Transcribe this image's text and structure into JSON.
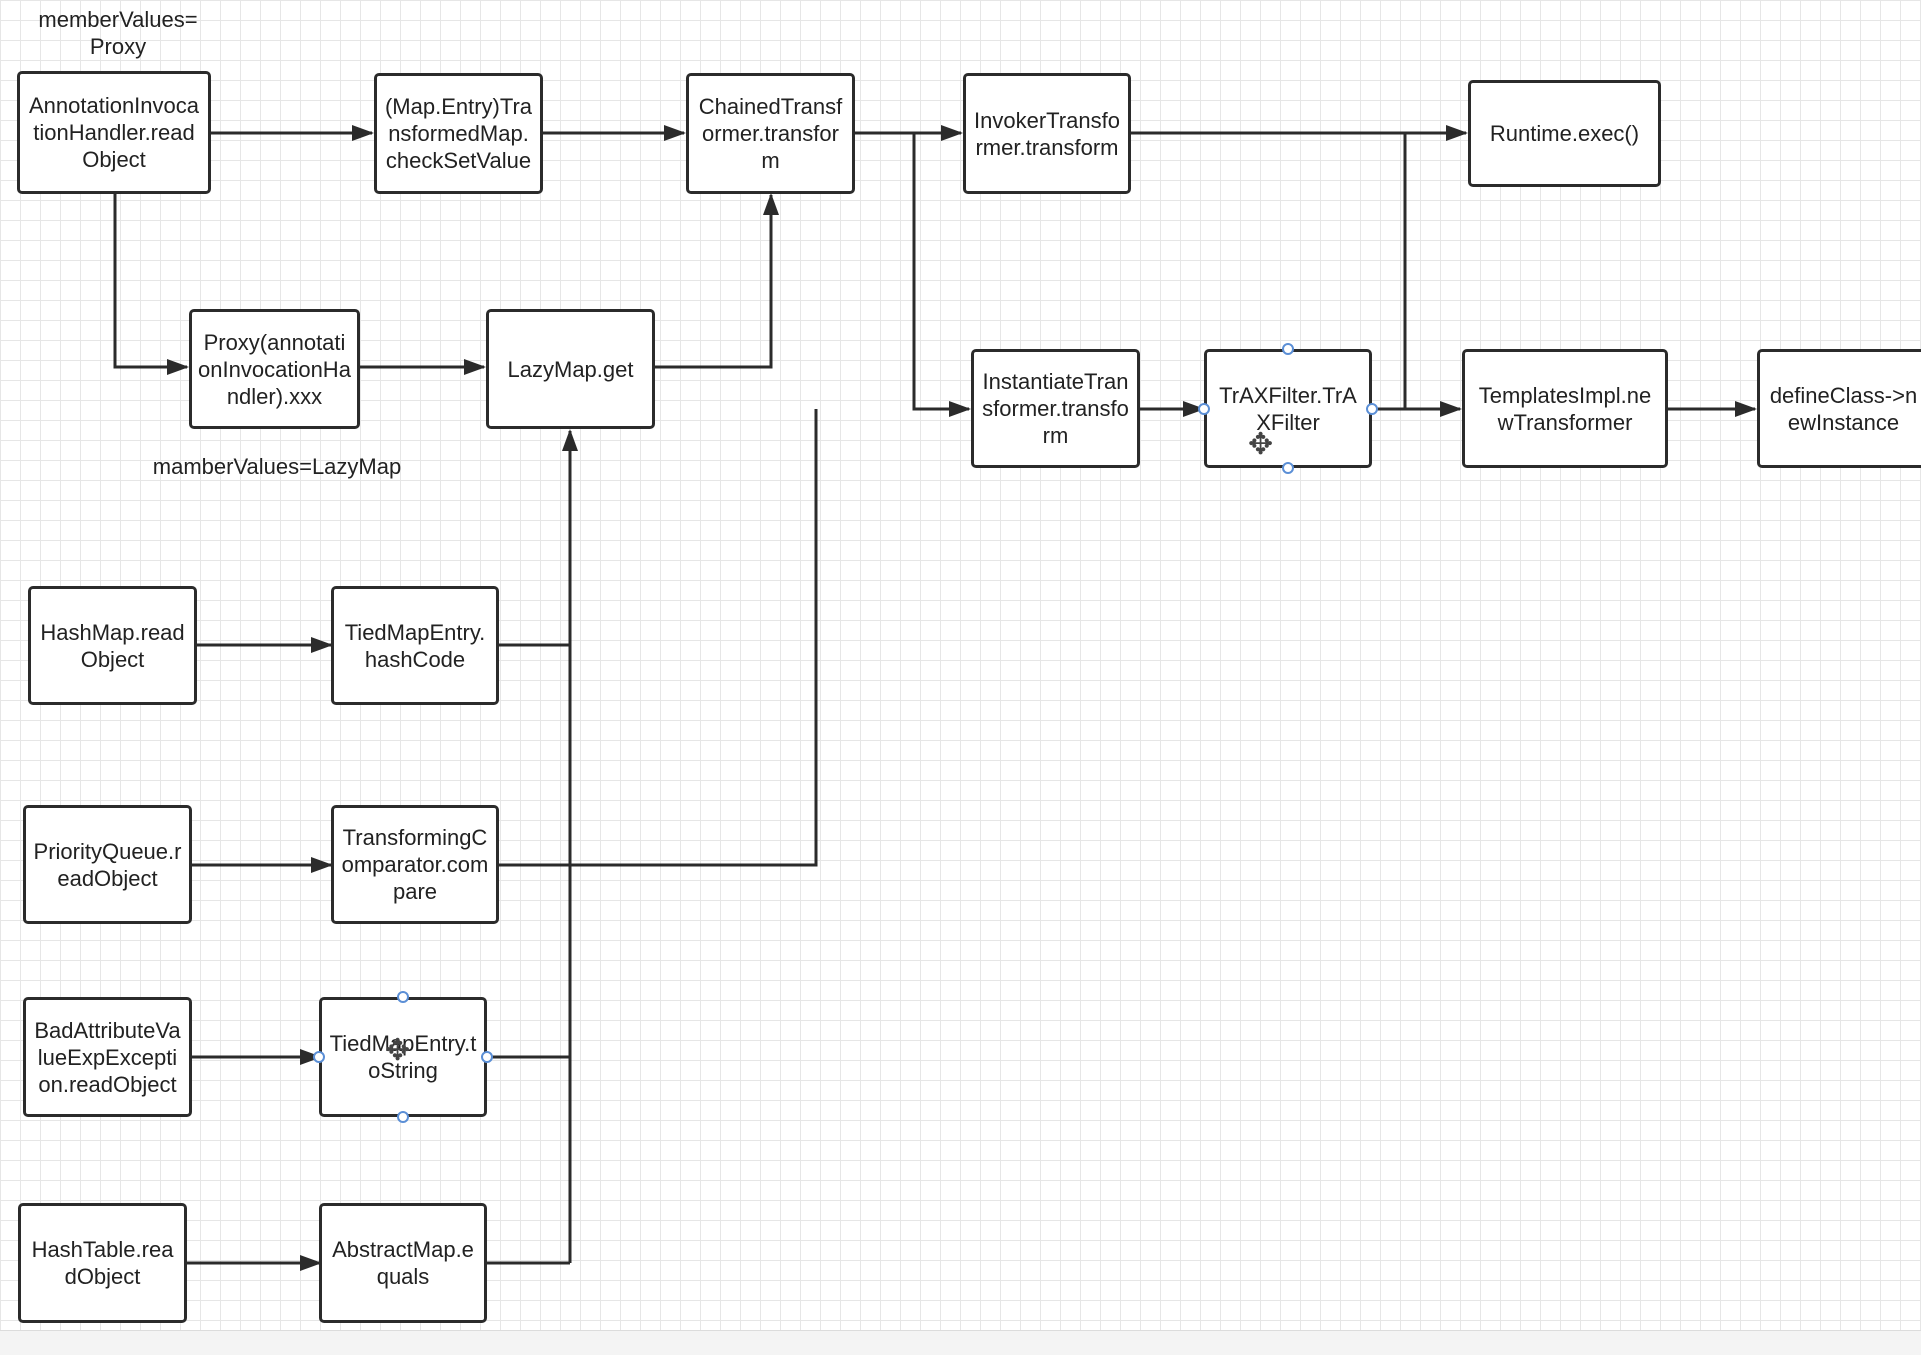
{
  "annotations": {
    "member_values_proxy": "memberValues=\nProxy",
    "member_values_lazymap": "mamberValues=LazyMap"
  },
  "nodes": {
    "annotation_invocation_handler": "AnnotationInvocationHandler.readObject",
    "transformed_map_check": "(Map.Entry)TransformedMap.checkSetValue",
    "chained_transformer": "ChainedTransformer.transform",
    "invoker_transformer": "InvokerTransformer.transform",
    "runtime_exec": "Runtime.exec()",
    "proxy_handler": "Proxy(annotationInvocationHandler).xxx",
    "lazymap_get": "LazyMap.get",
    "instantiate_transformer": "InstantiateTransformer.transform",
    "traxfilter": "TrAXFilter.TrAXFilter",
    "templates_impl": "TemplatesImpl.newTransformer",
    "define_class": "defineClass->newInstance",
    "hashmap_read": "HashMap.readObject",
    "tiedmap_hashcode": "TiedMapEntry.hashCode",
    "priority_queue_read": "PriorityQueue.readObject",
    "transforming_comparator": "TransformingComparator.compare",
    "bad_attribute_read": "BadAttributeValueExpException.readObject",
    "tiedmap_tostring": "TiedMapEntry.toString",
    "hashtable_read": "HashTable.readObject",
    "abstractmap_equals": "AbstractMap.equals"
  },
  "colors": {
    "stroke": "#2b2b2b",
    "text": "#222222",
    "grid": "#e6e6e6",
    "selection_handle": "#5b8fd6"
  },
  "icons": {
    "move_cursor": "move-cursor-icon"
  }
}
